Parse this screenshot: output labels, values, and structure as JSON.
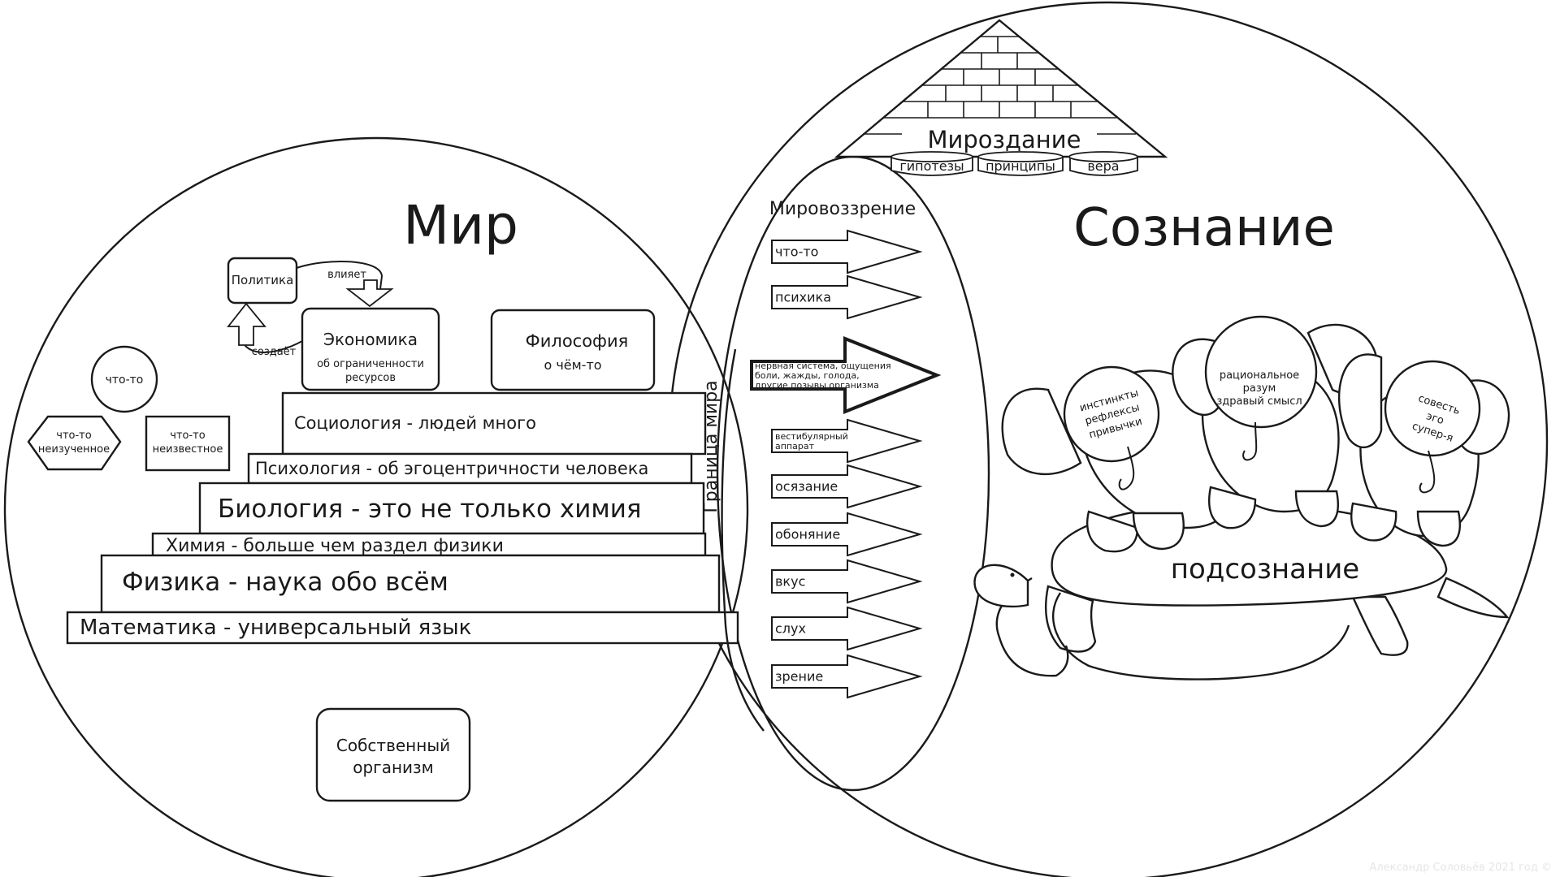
{
  "world": {
    "title": "Мир",
    "politics": "Политика",
    "influences": "влияет",
    "creates": "создаёт",
    "economics": {
      "title": "Экономика",
      "sub1": "об ограниченности",
      "sub2": "ресурсов"
    },
    "philosophy": {
      "title": "Философия",
      "sub": "о чём-то"
    },
    "something": "что-то",
    "unexplored": {
      "line1": "что-то",
      "line2": "неизученное"
    },
    "unknown": {
      "line1": "что-то",
      "line2": "неизвестное"
    },
    "sciences": [
      "Социология - людей много",
      "Психология - об эгоцентричности человека",
      "Биология - это не только химия",
      "Химия - больше чем раздел физики",
      "Физика - наука обо всём",
      "Математика - универсальный язык"
    ],
    "own_body": {
      "line1": "Собственный",
      "line2": "организм"
    }
  },
  "boundary": "Граница мира",
  "worldview": {
    "title": "Мировоззрение",
    "arrows": [
      {
        "lines": [
          "что-то"
        ]
      },
      {
        "lines": [
          "психика"
        ]
      },
      {
        "lines": [
          "нервная система, ощущения",
          "боли, жажды, голода,",
          "другие позывы организма"
        ]
      },
      {
        "lines": [
          "вестибулярный",
          "аппарат"
        ]
      },
      {
        "lines": [
          "осязание"
        ]
      },
      {
        "lines": [
          "обоняние"
        ]
      },
      {
        "lines": [
          "вкус"
        ]
      },
      {
        "lines": [
          "слух"
        ]
      },
      {
        "lines": [
          "зрение"
        ]
      }
    ]
  },
  "universe": {
    "title": "Мироздание",
    "pillars": [
      "гипотезы",
      "принципы",
      "вера"
    ]
  },
  "consciousness": {
    "title": "Сознание",
    "subconscious": "подсознание",
    "elephants": [
      {
        "lines": [
          "инстинкты",
          "рефлексы",
          "привычки"
        ]
      },
      {
        "lines": [
          "рациональное",
          "разум",
          "здравый смысл"
        ]
      },
      {
        "lines": [
          "совесть",
          "эго",
          "супер-я"
        ]
      }
    ]
  },
  "watermark": "Александр Соловьёв 2021 год ©"
}
